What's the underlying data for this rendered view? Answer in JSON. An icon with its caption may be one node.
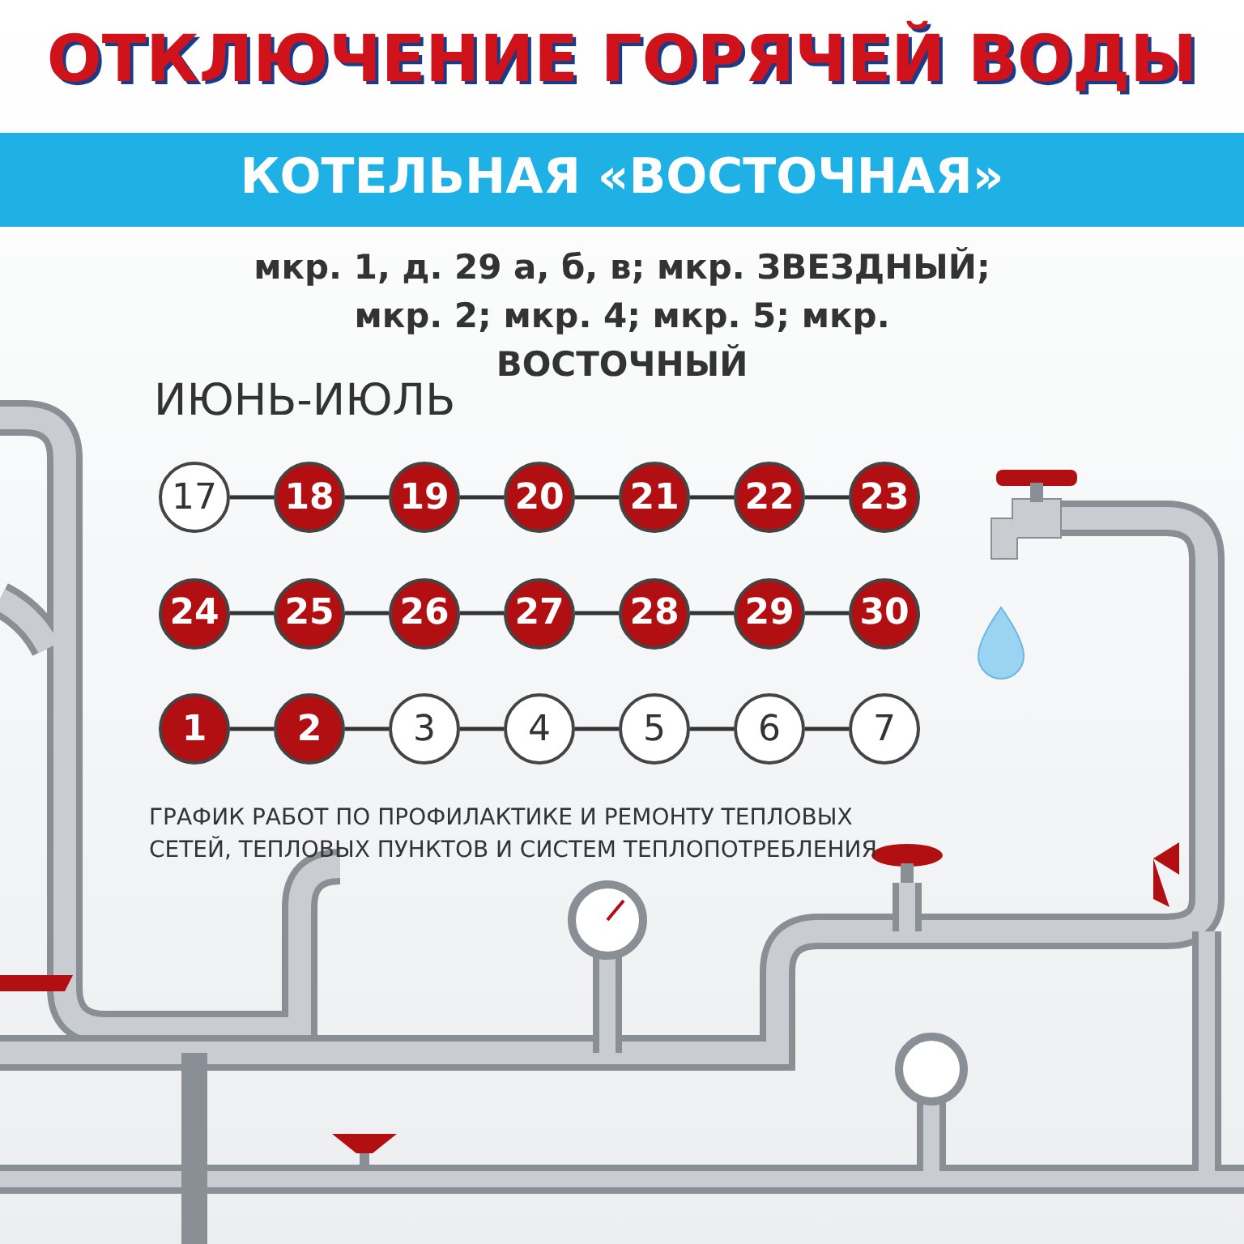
{
  "diagram": {
    "title": "ОТКЛЮЧЕНИЕ ГОРЯЧЕЙ ВОДЫ",
    "nodes": [
      {
        "text": [
          "17"
        ]
      },
      {
        "text": [
          "18"
        ]
      },
      {
        "text": [
          "19"
        ]
      },
      {
        "text": [
          "20"
        ]
      },
      {
        "text": [
          "21"
        ]
      },
      {
        "text": [
          "22"
        ]
      },
      {
        "text": [
          "23"
        ]
      },
      {
        "text": [
          "24"
        ]
      },
      {
        "text": [
          "25"
        ]
      },
      {
        "text": [
          "26"
        ]
      },
      {
        "text": [
          "27"
        ]
      },
      {
        "text": [
          "28"
        ]
      },
      {
        "text": [
          "29"
        ]
      },
      {
        "text": [
          "30"
        ]
      },
      {
        "text": [
          "1"
        ]
      },
      {
        "text": [
          "2"
        ]
      },
      {
        "text": [
          "3"
        ]
      },
      {
        "text": [
          "4"
        ]
      },
      {
        "text": [
          "5"
        ]
      },
      {
        "text": [
          "6"
        ]
      },
      {
        "text": [
          "7"
        ]
      }
    ],
    "edges": [
      {
        "from": 0,
        "to": 1,
        "arrow": "none"
      },
      {
        "from": 1,
        "to": 2,
        "arrow": "none"
      },
      {
        "from": 2,
        "to": 3,
        "arrow": "none"
      },
      {
        "from": 3,
        "to": 4,
        "arrow": "none"
      },
      {
        "from": 4,
        "to": 5,
        "arrow": "none"
      },
      {
        "from": 5,
        "to": 6,
        "arrow": "none"
      },
      {
        "from": 7,
        "to": 8,
        "arrow": "none"
      },
      {
        "from": 8,
        "to": 9,
        "arrow": "none"
      },
      {
        "from": 9,
        "to": 10,
        "arrow": "none"
      },
      {
        "from": 10,
        "to": 11,
        "arrow": "none"
      },
      {
        "from": 11,
        "to": 12,
        "arrow": "none"
      },
      {
        "from": 12,
        "to": 13,
        "arrow": "none"
      },
      {
        "from": 14,
        "to": 15,
        "arrow": "none"
      },
      {
        "from": 15,
        "to": 16,
        "arrow": "none"
      },
      {
        "from": 16,
        "to": 17,
        "arrow": "none"
      },
      {
        "from": 17,
        "to": 18,
        "arrow": "none"
      },
      {
        "from": 18,
        "to": 19,
        "arrow": "none"
      },
      {
        "from": 19,
        "to": 20,
        "arrow": "none"
      }
    ],
    "labels": [
      "КОТЕЛЬНАЯ «ВОСТОЧНАЯ»",
      "мкр. 1, д. 29 а, б, в; мкр. ЗВЕЗДНЫЙ; мкр. 2; мкр. 4; мкр. 5; мкр. ВОСТОЧНЫЙ",
      "ИЮНЬ-ИЮЛЬ",
      "ГРАФИК РАБОТ ПО ПРОФИЛАКТИКЕ И РЕМОНТУ ТЕПЛОВЫХ СЕТЕЙ, ТЕПЛОВЫХ ПУНКТОВ И СИСТЕМ ТЕПЛОПОТРЕБЛЕНИЯ"
    ]
  }
}
